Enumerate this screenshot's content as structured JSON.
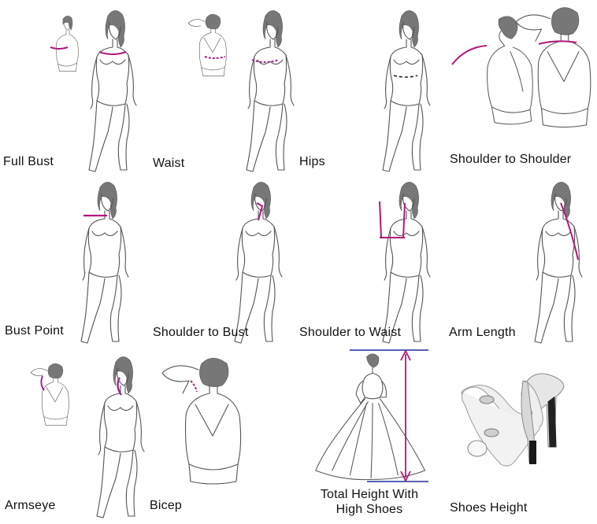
{
  "colors": {
    "measure": "#b0187a",
    "dashed": "#9b2a8f",
    "ink": "#555555",
    "label": "#111111",
    "blue_rule": "#1f2d9a",
    "shoe": "#e9e9e9"
  },
  "labels": {
    "full_bust": "Full Bust",
    "waist": "Waist",
    "hips": "Hips",
    "shoulder_to_shoulder": "Shoulder to Shoulder",
    "bust_point": "Bust Point",
    "shoulder_to_bust": "Shoulder to Bust",
    "shoulder_to_waist": "Shoulder to Waist",
    "arm_length": "Arm Length",
    "armseye": "Armseye",
    "bicep": "Bicep",
    "total_height_line1": "Total Height With",
    "total_height_line2": "High Shoes",
    "shoes_height": "Shoes Height"
  },
  "icons": {
    "figure": "standing-woman-sketch-icon",
    "back": "back-view-torso-sketch-icon",
    "gown": "ball-gown-sketch-icon",
    "shoe": "high-heel-shoe-icon"
  }
}
